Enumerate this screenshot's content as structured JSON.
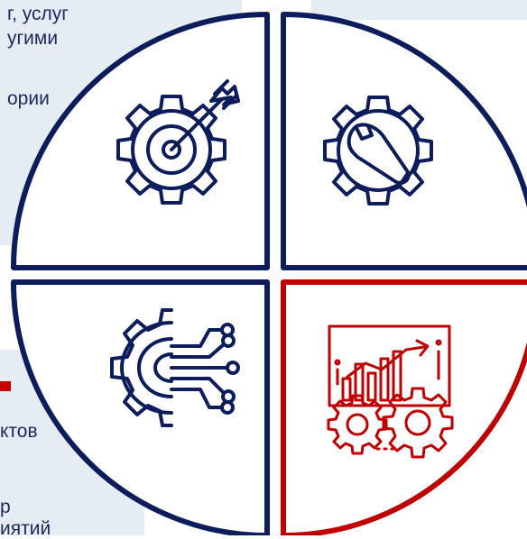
{
  "text_lines": {
    "top_line_1": "г, услуг",
    "top_line_2": "угими",
    "top_line_3": "ории",
    "bottom_line_1": "ктов",
    "bottom_line_2": "р",
    "bottom_line_3": "иятий"
  },
  "colors": {
    "navy": "#0d1d5c",
    "accent_red": "#c00000",
    "panel_bg": "#e6ecf4",
    "text": "#1c2a5a"
  },
  "quadrants": [
    {
      "position": "top-left",
      "icon": "gear-target-icon",
      "border_color": "#0d1d5c"
    },
    {
      "position": "top-right",
      "icon": "gear-wrench-icon",
      "border_color": "#0d1d5c"
    },
    {
      "position": "bottom-left",
      "icon": "gear-circuit-icon",
      "border_color": "#0d1d5c"
    },
    {
      "position": "bottom-right",
      "icon": "growth-chart-gears-icon",
      "border_color": "#c00000"
    }
  ]
}
